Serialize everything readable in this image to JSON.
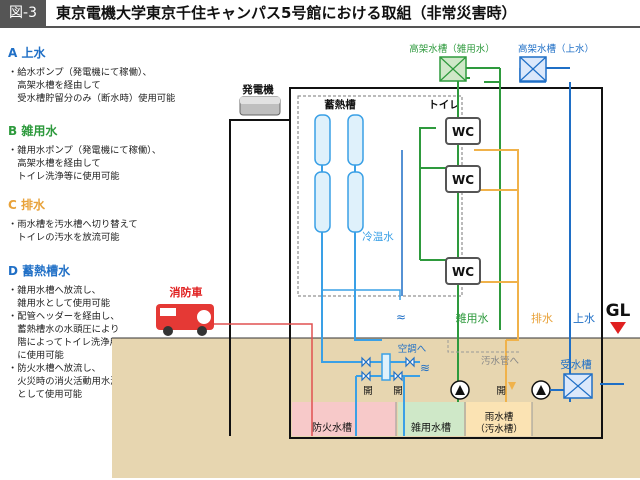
{
  "header": {
    "figure_no": "図-3",
    "title": "東京電機大学東京千住キャンパス5号館における取組（非常災害時）"
  },
  "legend": {
    "sections": [
      {
        "title": "A 上水",
        "lines": [
          "・給水ポンプ（発電機にて稼働）、",
          "　高架水槽を経由して",
          "　受水槽貯留分のみ（断水時）使用可能"
        ]
      },
      {
        "title": "B 雑用水",
        "lines": [
          "・雑用水ポンプ（発電機にて稼働）、",
          "　高架水槽を経由して",
          "　トイレ洗浄等に使用可能"
        ]
      },
      {
        "title": "C 排水",
        "lines": [
          "・雨水槽を汚水槽へ切り替えて",
          "　トイレの汚水を放流可能"
        ]
      },
      {
        "title": "D 蓄熱槽水",
        "lines": [
          "・雑用水槽へ放流し、",
          "　雑用水として使用可能",
          "・配管ヘッダーを経由し、",
          "　蓄熱槽水の水頭圧により",
          "　階によってトイレ洗浄用",
          "　に使用可能",
          "・防火水槽へ放流し、",
          "　火災時の消火活動用水源",
          "　として使用可能"
        ]
      }
    ]
  },
  "diagram": {
    "generator": "発電機",
    "fire_truck": "消防車",
    "heat_storage": "蓄熱槽",
    "toilet": "トイレ",
    "wc": "WC",
    "elevated_tank_gray": "高架水槽（雑用水）",
    "elevated_tank_water": "高架水槽（上水）",
    "cold_hot_water": "冷温水",
    "gray_water": "雑用水",
    "drainage": "排水",
    "water_supply": "上水",
    "gl": "GL",
    "to_ac": "空調へ",
    "to_sewage_pipe": "汚水管へ",
    "valve_open": "開",
    "receiving_tank": "受水槽",
    "fire_tank": "防火水槽",
    "gray_tank": "雑用水槽",
    "rain_tank_line1": "雨水槽",
    "rain_tank_line2": "（汚水槽）"
  },
  "colors": {
    "water_supply": "#1f6fc6",
    "gray_water": "#2e9a3d",
    "drainage": "#f0b24a",
    "cold_hot": "#3aa0e6",
    "fire_line": "#e05050",
    "ground": "#e7d6b0"
  }
}
